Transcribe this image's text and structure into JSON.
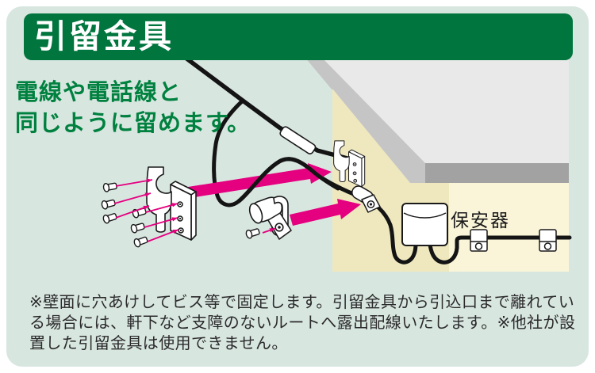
{
  "header": {
    "title": "引留金具"
  },
  "intro": {
    "line1": "電線や電話線と",
    "line2": "同じように留めます。"
  },
  "diagram": {
    "device_label": "保安器",
    "parts": {
      "large_anchor_fitting": "anchor-fitting-with-screws",
      "small_cable_clamp": "cable-clamp-with-screw",
      "protector_box": "保安器"
    }
  },
  "note": {
    "line1": "※壁面に穴あけしてビス等で固定します。引留金具から引込口まで離れてい",
    "line2": "る場合には、軒下など支障のないルートへ露出配線いたします。※他社が設",
    "line3": "置した引留金具は使用できません。"
  },
  "colors": {
    "header_green": "#00753E",
    "intro_text_green": "#00813F",
    "accent_pink": "#E4007F",
    "panel_mint": "#D8E6E0",
    "wall_shaded_yellow": "#EFE8BE",
    "wall_lit_yellow": "#FAF5D9",
    "roof_light_gray": "#E9E9E9",
    "roof_edge_gray": "#C5C5C5",
    "fascia_gray": "#A2A2A2",
    "wire_black": "#141414",
    "note_text": "#2B2B2B"
  }
}
